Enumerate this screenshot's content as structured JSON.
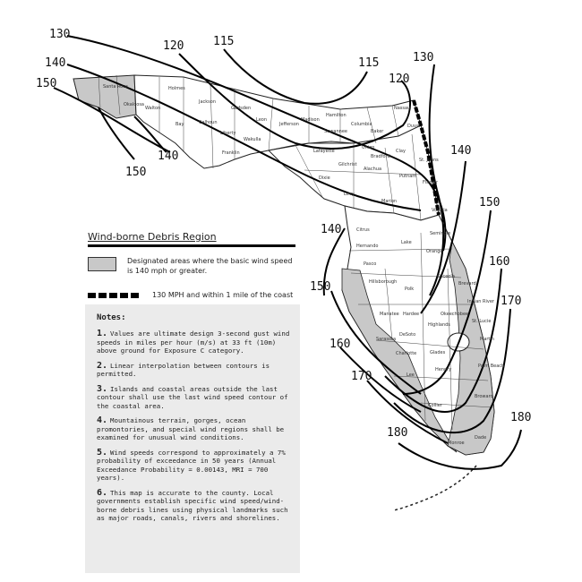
{
  "legend": {
    "title": "Wind-borne Debris Region",
    "shaded_text": "Designated areas where the basic wind speed is 140 mph or greater.",
    "line_text": "130 MPH and within 1 mile of the coast"
  },
  "notes": {
    "title": "Notes:",
    "items": [
      {
        "num": "1.",
        "text": "Values are ultimate design 3-second gust wind speeds in miles per hour (m/s) at 33 ft (10m) above ground for Exposure C category."
      },
      {
        "num": "2.",
        "text": "Linear interpolation between contours is permitted."
      },
      {
        "num": "3.",
        "text": "Islands and coastal areas outside the last contour shall use the last wind speed contour of the coastal area."
      },
      {
        "num": "4.",
        "text": "Mountainous terrain, gorges, ocean promontories, and special wind regions shall be examined for unusual wind conditions."
      },
      {
        "num": "5.",
        "text": "Wind speeds correspond to approximately a 7% probability of exceedance in 50 years (Annual Exceedance Probability = 0.00143, MRI = 700 years)."
      },
      {
        "num": "6.",
        "text": "This map is accurate to the county. Local governments establish specific wind speed/wind-borne debris lines using physical landmarks such as major roads, canals, rivers and shorelines."
      }
    ]
  },
  "contour_labels": [
    "130",
    "140",
    "150",
    "150",
    "140",
    "120",
    "115",
    "115",
    "130",
    "120",
    "140",
    "150",
    "160",
    "170",
    "140",
    "150",
    "160",
    "170",
    "180",
    "180"
  ],
  "county_labels": [
    "Santa Rosa",
    "Okaloosa",
    "Walton",
    "Holmes",
    "Jackson",
    "Bay",
    "Calhoun",
    "Liberty",
    "Gadsden",
    "Leon",
    "Wakulla",
    "Franklin",
    "Jefferson",
    "Madison",
    "Hamilton",
    "Suwannee",
    "Columbia",
    "Baker",
    "Nassau",
    "Duval",
    "Lafayette",
    "Union",
    "Bradford",
    "Clay",
    "St. Johns",
    "Dixie",
    "Gilchrist",
    "Alachua",
    "Putnam",
    "Flagler",
    "Levy",
    "Marion",
    "Volusia",
    "Citrus",
    "Hernando",
    "Pasco",
    "Lake",
    "Seminole",
    "Orange",
    "Hillsborough",
    "Polk",
    "Osceola",
    "Brevard",
    "Manatee",
    "Hardee",
    "Highlands",
    "Indian River",
    "St. Lucie",
    "Okeechobee",
    "Sarasota",
    "DeSoto",
    "Glades",
    "Martin",
    "Charlotte",
    "Lee",
    "Hendry",
    "Palm Beach",
    "Collier",
    "Broward",
    "Monroe",
    "Dade"
  ],
  "colors": {
    "debris_fill": "#c8c8c8",
    "land": "#ffffff",
    "outline": "#222222",
    "contour": "#000000"
  }
}
